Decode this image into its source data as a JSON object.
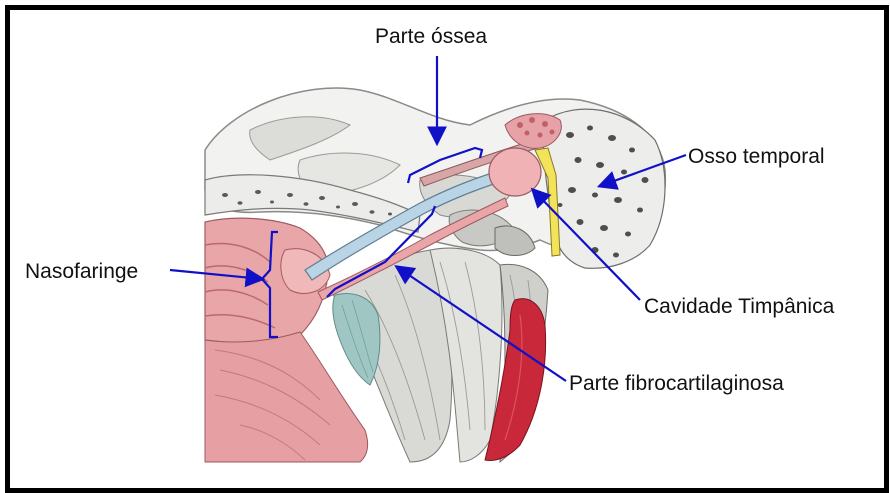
{
  "diagram": {
    "labels": {
      "parte_ossea": "Parte óssea",
      "osso_temporal": "Osso temporal",
      "nasofaringe": "Nasofaringe",
      "cavidade_timpanica": "Cavidade Timpânica",
      "parte_fibrocartilaginosa": "Parte fibrocartilaginosa"
    },
    "colors": {
      "frame": "#000000",
      "annotation": "#1010c8",
      "text": "#111111",
      "bone": "#f2f2f0",
      "bone_pore": "#5a5a5a",
      "mucosa": "#e9a6a9",
      "muscle_red": "#c8283a",
      "tube_blue": "#b9d4e4",
      "cartilage_teal": "#9fc6c2",
      "nerve_yellow": "#f3e35a"
    },
    "illustration": "anatomical-section-eustachian-tube"
  }
}
